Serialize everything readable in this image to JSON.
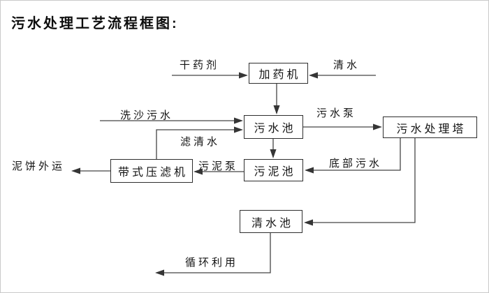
{
  "title": "污水处理工艺流程框图:",
  "nodes": {
    "dosing_machine": "加药机",
    "sewage_pool": "污水池",
    "sewage_treatment_tower": "污水处理塔",
    "sludge_pool": "污泥池",
    "belt_filter_press": "带式压滤机",
    "clean_water_pool": "清水池"
  },
  "labels": {
    "dry_agent": "干药剂",
    "clean_water": "清水",
    "sand_washing_sewage": "洗沙污水",
    "filtered_water": "滤清水",
    "sewage_pump": "污水泵",
    "bottom_sewage": "底部污水",
    "sludge_pump": "污泥泵",
    "mud_cake_outbound": "泥饼外运",
    "recycle_use": "循环利用"
  },
  "edges": [
    {
      "from": "external",
      "to": "dosing_machine",
      "label": "干药剂"
    },
    {
      "from": "external",
      "to": "dosing_machine",
      "label": "清水"
    },
    {
      "from": "dosing_machine",
      "to": "sewage_pool",
      "label": ""
    },
    {
      "from": "external",
      "to": "sewage_pool",
      "label": "洗沙污水"
    },
    {
      "from": "belt_filter_press",
      "to": "sewage_pool",
      "label": "滤清水"
    },
    {
      "from": "sewage_pool",
      "to": "sewage_treatment_tower",
      "label": "污水泵"
    },
    {
      "from": "sewage_pool",
      "to": "sludge_pool",
      "label": ""
    },
    {
      "from": "sewage_treatment_tower",
      "to": "sludge_pool",
      "label": "底部污水"
    },
    {
      "from": "sludge_pool",
      "to": "belt_filter_press",
      "label": "污泥泵"
    },
    {
      "from": "belt_filter_press",
      "to": "external",
      "label": "泥饼外运"
    },
    {
      "from": "sewage_treatment_tower",
      "to": "clean_water_pool",
      "label": ""
    },
    {
      "from": "clean_water_pool",
      "to": "external",
      "label": "循环利用"
    }
  ],
  "colors": {
    "background": "#ffffff",
    "line": "#454545",
    "box_border": "#2e2e2e",
    "text": "#141414"
  }
}
